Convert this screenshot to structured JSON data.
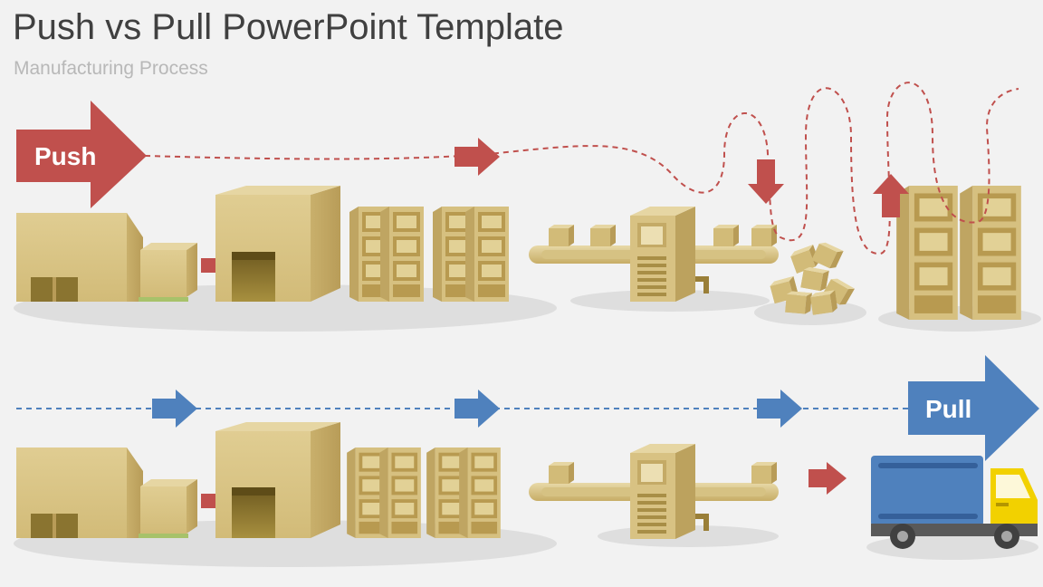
{
  "slide": {
    "title": "Push vs Pull PowerPoint Template",
    "subtitle": "Manufacturing Process"
  },
  "push": {
    "label": "Push",
    "color": "#c0504d"
  },
  "pull": {
    "label": "Pull",
    "color": "#4f81bd"
  },
  "palette": {
    "box_front": "#d9c487",
    "box_side": "#c3a967",
    "box_top": "#e6d6a3",
    "box_dark": "#8a7430",
    "shadow": "#dedede",
    "truck_body": "#4f81bd",
    "truck_cab": "#f2d100",
    "pallet": "#a7c26a"
  }
}
